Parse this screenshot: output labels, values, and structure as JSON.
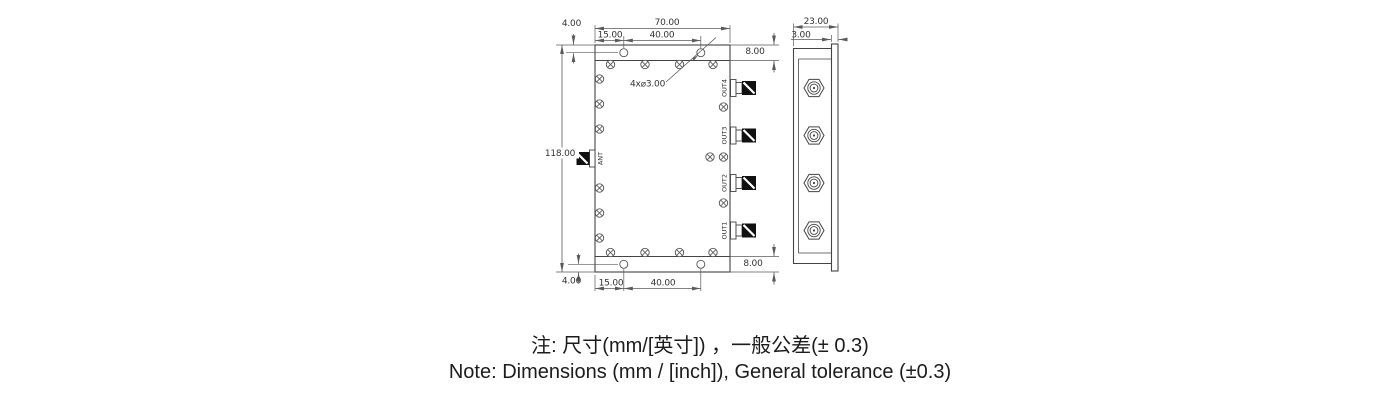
{
  "drawing": {
    "front_view": {
      "dim_top_edge_to_hole": "4.00",
      "dim_width": "70.00",
      "dim_hole_offset_top": "15.00",
      "dim_hole_pitch_top": "40.00",
      "dim_rail_top": "8.00",
      "dim_height": "118.00",
      "hole_callout": "4x⌀3.00",
      "dim_bottom_edge_to_hole": "4.00",
      "dim_hole_offset_bottom": "15.00",
      "dim_hole_pitch_bottom": "40.00",
      "dim_rail_bottom": "8.00",
      "port_ant": "ANT",
      "port_out1": "OUT1",
      "port_out2": "OUT2",
      "port_out3": "OUT3",
      "port_out4": "OUT4"
    },
    "side_view": {
      "dim_depth": "23.00",
      "dim_plate": "3.00"
    }
  },
  "notes": {
    "zh": "注: 尺寸(mm/[英寸]) ，一般公差(± 0.3)",
    "en": "Note: Dimensions (mm / [inch]), General tolerance (±0.3)"
  },
  "colors": {
    "geometry_line": "#444444",
    "dimension_line": "#5a5a5a",
    "dimension_text": "#333333",
    "note_text": "#1c1c1c",
    "connector_fill": "#111111",
    "background": "#ffffff"
  }
}
